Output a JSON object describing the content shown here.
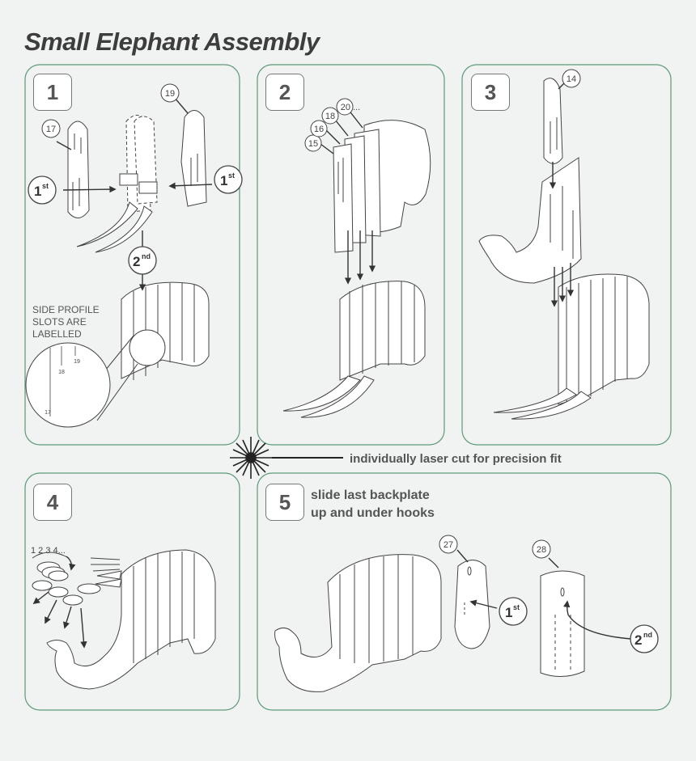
{
  "title": "Small Elephant Assembly",
  "panels": [
    {
      "number": "1"
    },
    {
      "number": "2"
    },
    {
      "number": "3"
    },
    {
      "number": "4"
    },
    {
      "number": "5"
    }
  ],
  "part_labels": {
    "p17": "17",
    "p19": "19",
    "p15": "15",
    "p16": "16",
    "p18": "18",
    "p20": "20 ...",
    "p14": "14",
    "p27": "27",
    "p28": "28",
    "zoom18": "18",
    "zoom19": "19",
    "zoom17": "17"
  },
  "order_labels": {
    "first_base": "1",
    "first_sup": "st",
    "second_base": "2",
    "second_sup": "nd"
  },
  "panel1_note_lines": [
    "SIDE PROFILE",
    "SLOTS ARE",
    "LABELLED"
  ],
  "panel4_counter": "1 2 3 4...",
  "laser_note": "individually laser cut for precision fit",
  "panel5_instruction_lines": [
    "slide last backplate",
    "up and under hooks"
  ],
  "colors": {
    "background": "#f1f2f2",
    "panel_border": "#5b9a78",
    "line": "#444444",
    "text": "#555555"
  }
}
